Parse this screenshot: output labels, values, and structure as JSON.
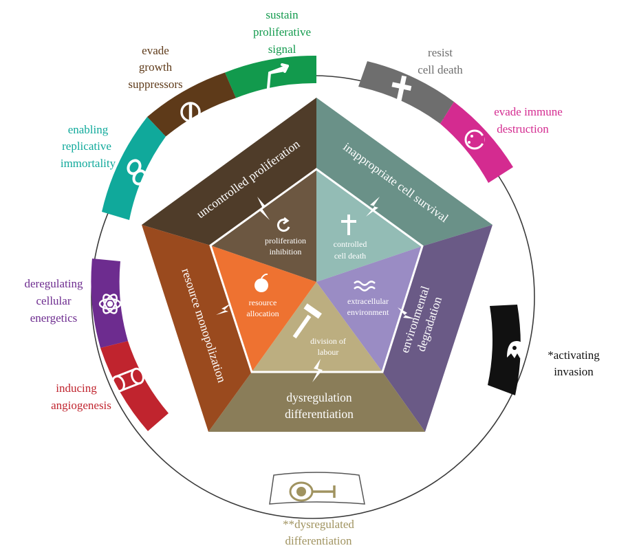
{
  "outer_labels": {
    "sustain": [
      "sustain",
      "proliferative",
      "signal"
    ],
    "evade_growth": [
      "evade",
      "growth",
      "suppressors"
    ],
    "resist": [
      "resist",
      "cell death"
    ],
    "evade_immune": [
      "evade immune",
      "destruction"
    ],
    "replicative": [
      "enabling",
      "replicative",
      "immortality"
    ],
    "energetics": [
      "deregulating",
      "cellular",
      "energetics"
    ],
    "angiogenesis": [
      "inducing",
      "angiogenesis"
    ],
    "invasion": [
      "*activating",
      "invasion"
    ],
    "dysregulated": [
      "**dysregulated",
      "differentiation"
    ]
  },
  "band_labels": {
    "uncontrolled": "uncontrolled proliferation",
    "survival": "inappropriate cell survival",
    "environmental": [
      "environmental",
      "degradation"
    ],
    "resource_mono": "resource monopolization",
    "dysreg": [
      "dysregulation",
      "differentiation"
    ]
  },
  "inner_labels": {
    "prolif_inhibition": [
      "proliferation",
      "inhibition"
    ],
    "controlled_death": [
      "controlled",
      "cell death"
    ],
    "extracellular": [
      "extracellular",
      "environment"
    ],
    "resource_allocation": [
      "resource",
      "allocation"
    ],
    "division_labour": [
      "division of",
      "labour"
    ]
  },
  "colors": {
    "sustain": "#129a4d",
    "evade_growth": "#5e3a19",
    "resist": "#6e6e6e",
    "evade_immune": "#d42b90",
    "replicative": "#10a99b",
    "energetics": "#6d2c8f",
    "angiogenesis": "#c0242e",
    "invasion": "#111111",
    "dysregulated": "#a09360",
    "band_top_left": "#4f3c29",
    "band_top_right": "#6a9188",
    "band_right": "#6a5a86",
    "band_bottom": "#8a7d59",
    "band_left": "#9a4a1e",
    "inner_top_left": "#6c5741",
    "inner_top_right": "#93bcb5",
    "inner_right": "#9a8cc4",
    "inner_bottom": "#bcae80",
    "inner_left": "#ee7231"
  },
  "icons": [
    "arrow-icon",
    "circle-bar-icon",
    "cross-icon",
    "pacman-icon",
    "infinity-icon",
    "atom-icon",
    "vessel-icon",
    "ghost-icon",
    "cell-inhibit-icon",
    "lightning-icon",
    "cycle-arrow-icon",
    "apple-icon",
    "waves-icon",
    "hammer-icon"
  ]
}
